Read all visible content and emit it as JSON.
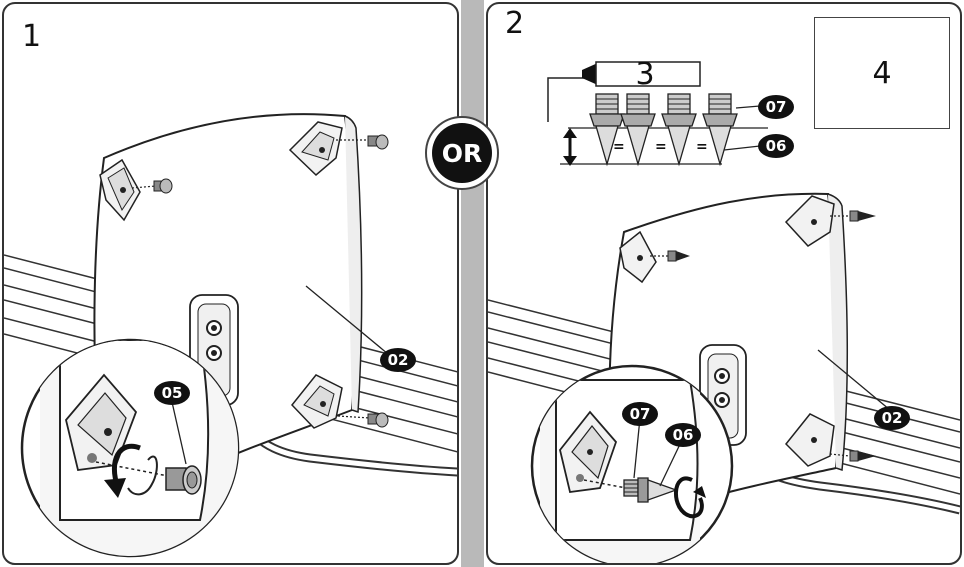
{
  "panels": {
    "step1_label": "1",
    "step2_label": "2",
    "box4_label": "4",
    "or_label": "OR",
    "quantity_label": "3",
    "equals_sign": "="
  },
  "callouts": {
    "panel_02_step1": "02",
    "foot_05": "05",
    "nut_07_top": "07",
    "spike_06_top": "06",
    "nut_07_zoom": "07",
    "spike_06_zoom": "06",
    "panel_02_step2": "02"
  }
}
